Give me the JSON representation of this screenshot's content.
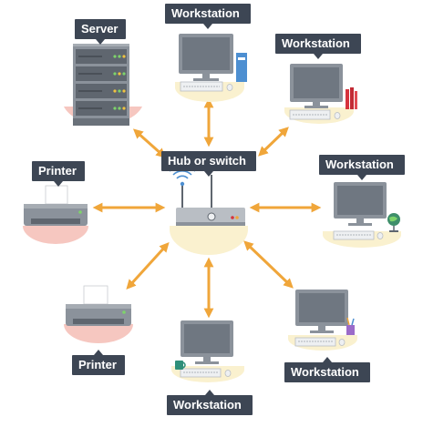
{
  "colors": {
    "label_bg": "#3d4654",
    "label_text": "#ffffff",
    "arrow": "#f0a63a",
    "pedestal_pink": "#f6c7c0",
    "pedestal_cream": "#faf1cf",
    "device_gray": "#8b929b",
    "screen": "#6f7781"
  },
  "labels": {
    "server": "Server",
    "workstation_top": "Workstation",
    "workstation_top_right": "Workstation",
    "printer_left": "Printer",
    "hub": "Hub or switch",
    "workstation_right": "Workstation",
    "printer_bottom_left": "Printer",
    "workstation_bottom": "Workstation",
    "workstation_bottom_right": "Workstation"
  },
  "icons": [
    "server-icon",
    "workstation-icon",
    "printer-icon",
    "hub-switch-icon",
    "wifi-icon",
    "binder-icon",
    "books-icon",
    "globe-icon",
    "mug-icon",
    "pen-cup-icon"
  ]
}
